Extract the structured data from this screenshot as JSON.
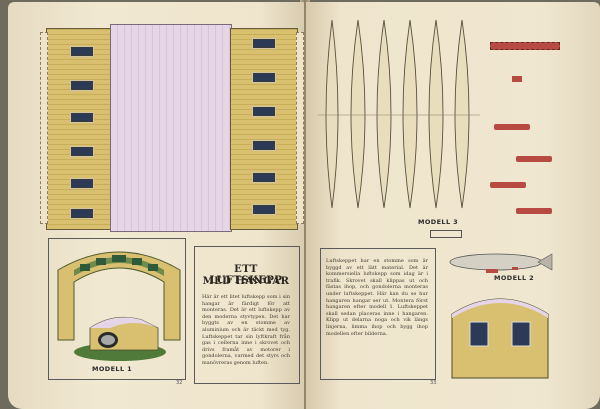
{
  "book": {
    "left_page_number": "32",
    "right_page_number": "33"
  },
  "article": {
    "title_line1": "ETT LUFTSKEPP",
    "title_line2": "MED HANGAR",
    "body_left": "Här är ett litet luftskepp som i sin hangar är färdigt för att monteras. Det är ett luftskepp av den moderna styvtypen. Det har byggts av en stomme av aluminium och är täckt med tyg. Luftskeppet tar sin lyftkraft från gas i cellerna inne i skrovet och drivs framåt av motorer i gondolerna, varmed det styrs och manövreras genom luften.",
    "body_right": "Luftskeppet har en stomme som är byggd av ett lätt material. Det är kommersiella luftskepp som idag är i trafik. Skrovet skall klippas ut och fästas ihop, och gondolerna monteras under luftskeppet. Här kan du se hur hangaren hangar ser ut. Montera först hangaren efter modell 1. Luftskeppet skall sedan placeras inne i hangaren. Klipp ut delarna noga och vik längs linjerna, limma ihop och bygg ihop modellen efter bilderna."
  },
  "captions": {
    "model1": "MODELL 1",
    "model2": "MODELL 2",
    "model3": "MODELL 3"
  },
  "colors": {
    "page": "#efe6cf",
    "brick": "#d8c070",
    "roof": "#e3d2e4",
    "airship": "#e8ddbd",
    "gondola": "#b84a44",
    "arch": "#6f8a4a",
    "window": "#2c3a55"
  }
}
